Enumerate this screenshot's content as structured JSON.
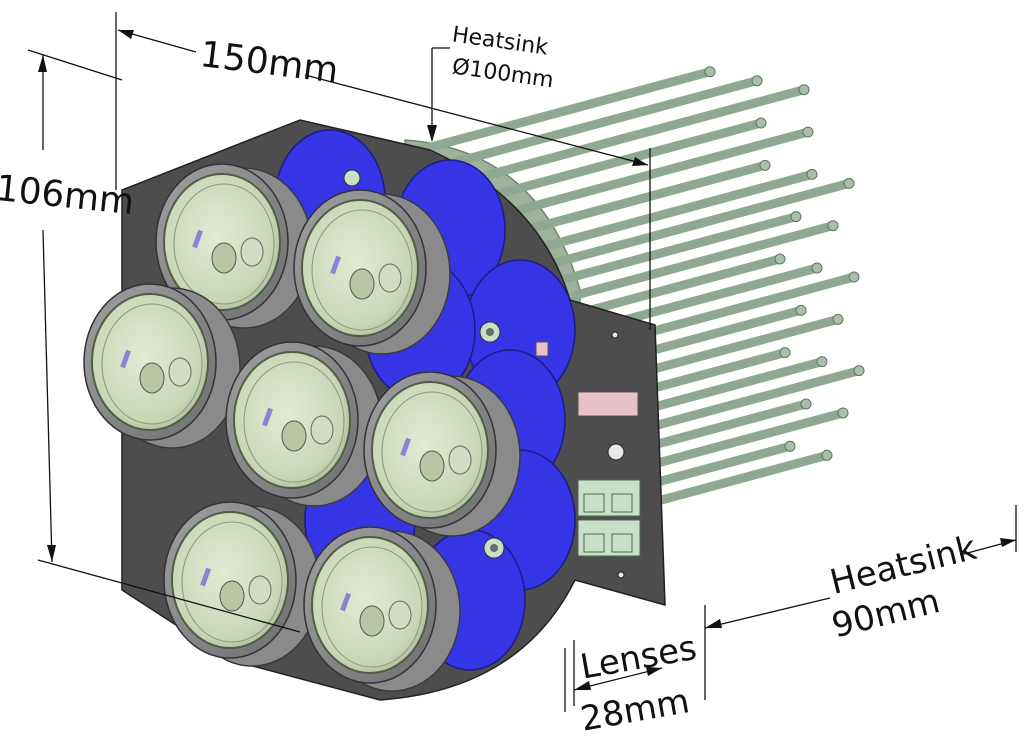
{
  "labels": {
    "width": "150mm",
    "height": "106mm",
    "heatsink_diameter_title": "Heatsink",
    "heatsink_diameter_value": "Ø100mm",
    "heatsink_length_title": "Heatsink",
    "heatsink_length_value": "90mm",
    "lenses_title": "Lenses",
    "lenses_value": "28mm"
  },
  "colors": {
    "plate": "#4d4d4f",
    "plate_edge": "#2e2e30",
    "heatsink_pin": "#8fa891",
    "heatsink_base": "#9db39b",
    "lens_holder": "#8a8a8d",
    "lens_glass": "#d5e0c4",
    "clip_blue": "#3535e6",
    "connector": "#c8e0c8",
    "pink_part": "#e6c2c8"
  }
}
